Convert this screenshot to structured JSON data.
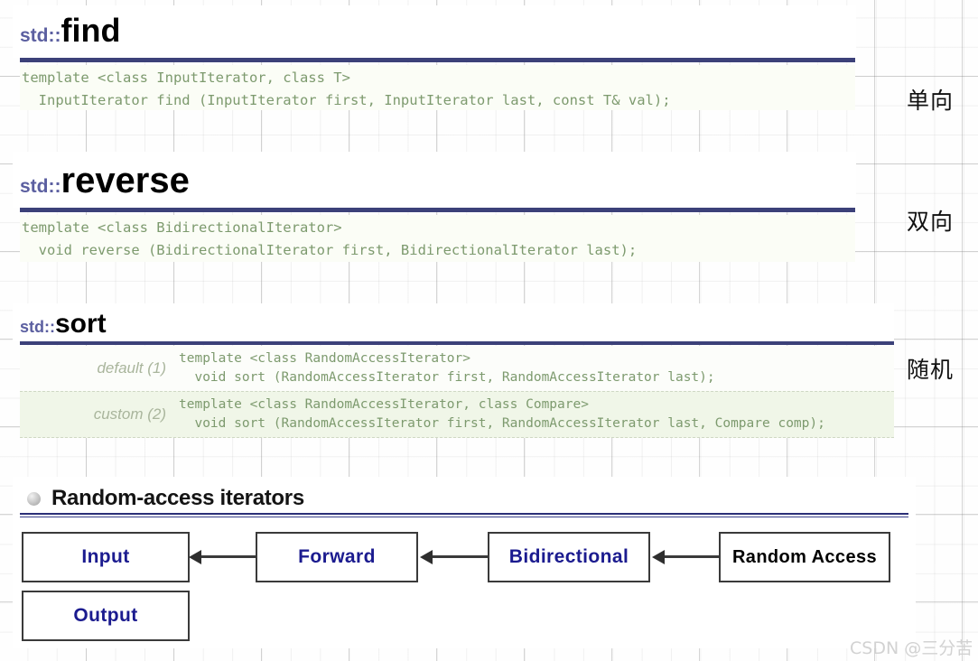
{
  "sections": [
    {
      "namespace": "std::",
      "name": "find",
      "code": "template <class InputIterator, class T>\n  InputIterator find (InputIterator first, InputIterator last, const T& val);",
      "side_note": "单向"
    },
    {
      "namespace": "std::",
      "name": "reverse",
      "code": "template <class BidirectionalIterator>\n  void reverse (BidirectionalIterator first, BidirectionalIterator last);",
      "side_note": "双向"
    },
    {
      "namespace": "std::",
      "name": "sort",
      "side_note": "随机",
      "overloads": [
        {
          "label": "default (1)",
          "code": "template <class RandomAccessIterator>\n  void sort (RandomAccessIterator first, RandomAccessIterator last);"
        },
        {
          "label": "custom (2)",
          "code": "template <class RandomAccessIterator, class Compare>\n  void sort (RandomAccessIterator first, RandomAccessIterator last, Compare comp);"
        }
      ]
    }
  ],
  "diagram": {
    "heading": "Random-access iterators",
    "bullet_icon": "sphere-bullet-icon",
    "boxes": [
      {
        "label": "Input"
      },
      {
        "label": "Output"
      },
      {
        "label": "Forward"
      },
      {
        "label": "Bidirectional"
      },
      {
        "label": "Random Access"
      }
    ]
  },
  "watermark": "CSDN @三分苦",
  "colors": {
    "namespace_purple": "#5b5fa0",
    "rule_navy": "#3c4179",
    "code_green": "#7d9a6e",
    "overload_label": "#a9b59c",
    "box_text_navy": "#1b1b8f",
    "row2_bg": "#f0f6e8"
  }
}
